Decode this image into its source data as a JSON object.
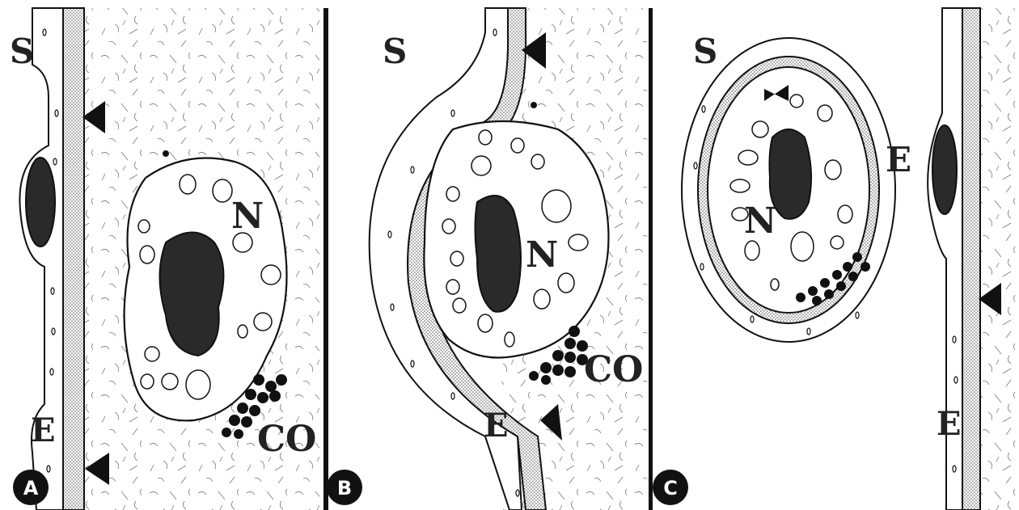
{
  "figure": {
    "panels": [
      {
        "id": "A",
        "letter": "A",
        "labels": {
          "S": "S",
          "N": "N",
          "CO": "CO",
          "E": "E"
        }
      },
      {
        "id": "B",
        "letter": "B",
        "labels": {
          "S": "S",
          "N": "N",
          "CO": "CO",
          "E": "E"
        }
      },
      {
        "id": "C",
        "letter": "C",
        "labels": {
          "S": "S",
          "N": "N",
          "E1": "E",
          "E2": "E"
        }
      }
    ],
    "colors": {
      "ink": "#111111",
      "stipple": "#9a9a9a",
      "background": "#ffffff",
      "nucleus": "#2a2a2a"
    }
  }
}
